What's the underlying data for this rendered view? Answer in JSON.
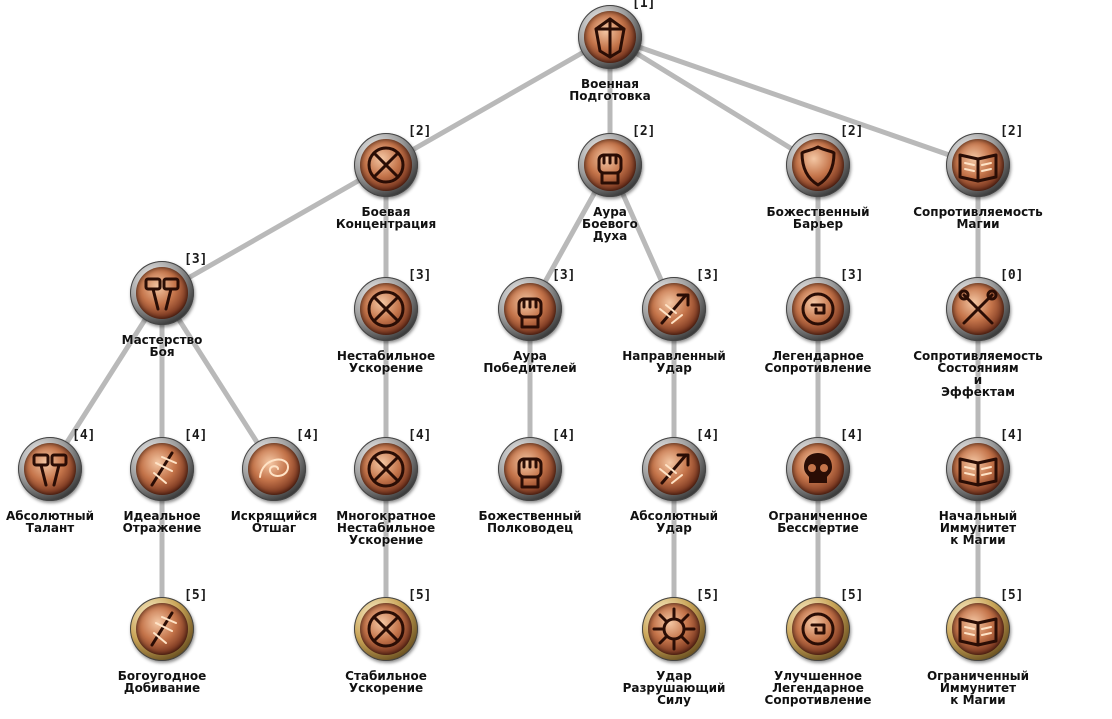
{
  "skills": {
    "voennaya_podgotovka": {
      "name": "Военная\nПодготовка",
      "rank": "[1]",
      "icon": "crest-icon"
    },
    "boevaya_koncentraciya": {
      "name": "Боевая\nКонцентрация",
      "rank": "[2]",
      "icon": "crossed-swords-icon"
    },
    "aura_boevogo_duha": {
      "name": "Аура\nБоевого\nДуха",
      "rank": "[2]",
      "icon": "fist-icon"
    },
    "bozhestvennyi_barier": {
      "name": "Божественный\nБарьер",
      "rank": "[2]",
      "icon": "shield-icon"
    },
    "soprotivlyaemost_magii": {
      "name": "Сопротивляемость\nМагии",
      "rank": "[2]",
      "icon": "open-book-icon"
    },
    "masterstvo_boya": {
      "name": "Мастерство\nБоя",
      "rank": "[3]",
      "icon": "twin-hammers-icon"
    },
    "nestabilnoe_uskorenie": {
      "name": "Нестабильное\nУскорение",
      "rank": "[3]",
      "icon": "crossed-swords-icon"
    },
    "aura_pobeditelei": {
      "name": "Аура\nПобедителей",
      "rank": "[3]",
      "icon": "fist-icon"
    },
    "napravlennyi_udar": {
      "name": "Направленный\nУдар",
      "rank": "[3]",
      "icon": "blade-strike-icon"
    },
    "legendarnoe_soprotivlenie": {
      "name": "Легендарное\nСопротивление",
      "rank": "[3]",
      "icon": "rune-shield-icon"
    },
    "soprotivlyaemost_sostoyaniyam": {
      "name": "Сопротивляемость\nСостояниям\nи\nЭффектам",
      "rank": "[0]",
      "icon": "crossed-tools-icon"
    },
    "absolyutnyi_talant": {
      "name": "Абсолютный\nТалант",
      "rank": "[4]",
      "icon": "twin-hammers-icon"
    },
    "idealnoe_otrazhenie": {
      "name": "Идеальное\nОтражение",
      "rank": "[4]",
      "icon": "shattered-blade-icon"
    },
    "iskryashchiisya_otshag": {
      "name": "Искрящийся\nОтшаг",
      "rank": "[4]",
      "icon": "swirl-icon"
    },
    "mnogokratnoe_uskorenie": {
      "name": "Многократное\nНестабильное\nУскорение",
      "rank": "[4]",
      "icon": "crossed-swords-icon"
    },
    "bozhestvennyi_polkovodec": {
      "name": "Божественный\nПолководец",
      "rank": "[4]",
      "icon": "fist-icon"
    },
    "absolyutnyi_udar": {
      "name": "Абсолютный\nУдар",
      "rank": "[4]",
      "icon": "blade-strike-icon"
    },
    "ogranichennoe_bessmertie": {
      "name": "Ограниченное\nБессмертие",
      "rank": "[4]",
      "icon": "skull-icon"
    },
    "nachalnyi_immunitet": {
      "name": "Начальный\nИммунитет\nк Магии",
      "rank": "[4]",
      "icon": "open-book-icon"
    },
    "bogougodnoe_dobivanie": {
      "name": "Богоугодное\nДобивание",
      "rank": "[5]",
      "icon": "shattered-blade-icon"
    },
    "stabilnoe_uskorenie": {
      "name": "Стабильное\nУскорение",
      "rank": "[5]",
      "icon": "crossed-swords-icon"
    },
    "udar_razrushayushchii": {
      "name": "Удар\nРазрушающий\nСилу",
      "rank": "[5]",
      "icon": "spiked-orb-icon"
    },
    "uluchshennoe_soprotivlenie": {
      "name": "Улучшенное\nЛегендарное\nСопротивление",
      "rank": "[5]",
      "icon": "rune-shield-icon"
    },
    "ogranichennyi_immunitet": {
      "name": "Ограниченный\nИммунитет\nк Магии",
      "rank": "[5]",
      "icon": "open-book-icon"
    }
  }
}
